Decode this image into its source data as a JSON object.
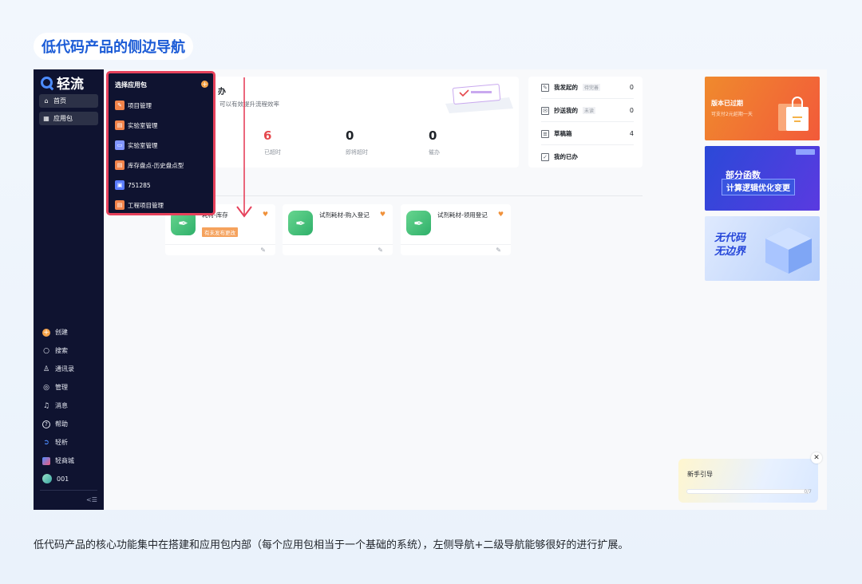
{
  "header_title": "低代码产品的侧边导航",
  "caption": "低代码产品的核心功能集中在搭建和应用包内部（每个应用包相当于一个基础的系统），左侧导航+二级导航能够很好的进行扩展。",
  "brand": {
    "name": "轻流",
    "icon": "logo-q-icon"
  },
  "sidebar": {
    "nav": [
      {
        "label": "首页",
        "icon": "home-icon"
      },
      {
        "label": "应用包",
        "icon": "apps-icon"
      }
    ],
    "bottom": [
      {
        "label": "创建",
        "icon": "plus-circle-icon"
      },
      {
        "label": "搜索",
        "icon": "search-icon"
      },
      {
        "label": "通讯录",
        "icon": "contacts-icon"
      },
      {
        "label": "管理",
        "icon": "settings-icon"
      },
      {
        "label": "消息",
        "icon": "bell-icon"
      },
      {
        "label": "帮助",
        "icon": "help-icon"
      },
      {
        "label": "轻析",
        "icon": "analytics-icon"
      },
      {
        "label": "轻商城",
        "icon": "store-icon"
      },
      {
        "label": "001",
        "icon": "avatar"
      }
    ],
    "collapse_label": "<☰"
  },
  "popup": {
    "title": "选择应用包",
    "items": [
      {
        "label": "项目管理"
      },
      {
        "label": "实验室管理"
      },
      {
        "label": "实验室管理"
      },
      {
        "label": "库存盘点-历史盘点型"
      },
      {
        "label": "751285"
      },
      {
        "label": "工程项目管理"
      }
    ]
  },
  "todo": {
    "title_tail": "办",
    "subtitle": "可以有效提升流程效率",
    "stats": [
      {
        "value": "6",
        "label": "已超时",
        "color": "#e5484d"
      },
      {
        "value": "0",
        "label": "即将超时"
      },
      {
        "value": "0",
        "label": "催办"
      }
    ]
  },
  "lists": [
    {
      "label": "我发起的",
      "tag": "待完善",
      "count": "0"
    },
    {
      "label": "抄送我的",
      "tag": "未读",
      "count": "0"
    },
    {
      "label": "草稿箱",
      "tag": "",
      "count": "4"
    },
    {
      "label": "我的已办",
      "tag": "",
      "count": ""
    }
  ],
  "apps": [
    {
      "name": "耗材-库存",
      "badge": "有未发布更改"
    },
    {
      "name": "试剂耗材-购入登记",
      "badge": ""
    },
    {
      "name": "试剂耗材-领用登记",
      "badge": ""
    }
  ],
  "banners": {
    "expired_title": "版本已过期",
    "expired_sub": "可支付2元延期一天",
    "func_line1": "部分函数",
    "func_line2": "计算逻辑优化变更",
    "nocode_line1": "无代码",
    "nocode_line2": "无边界"
  },
  "guide": {
    "title": "新手引导",
    "progress": "0/7",
    "progress_value": 0
  }
}
